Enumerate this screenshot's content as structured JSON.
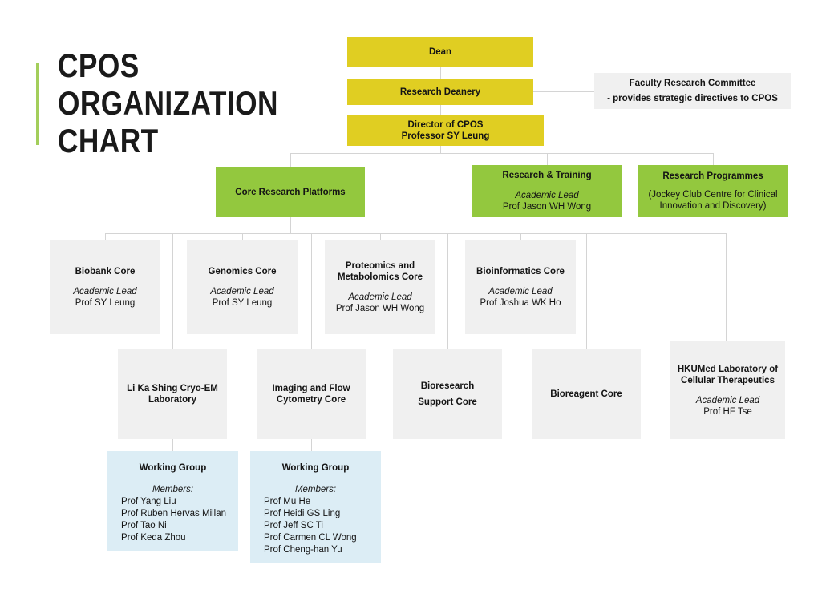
{
  "title": {
    "line1": "CPOS",
    "line2": "ORGANIZATION",
    "line3": "CHART"
  },
  "colors": {
    "yellow": "#E0CE22",
    "green": "#93C83E",
    "grey": "#F0F0F0",
    "blue": "#DCEDF5",
    "accent_bar": "#A3CE5B",
    "line": "#D4D4D4",
    "text": "#141414"
  },
  "nodes": {
    "dean": {
      "title": "Dean"
    },
    "research_deanery": {
      "title": "Research Deanery"
    },
    "director": {
      "title": "Director of CPOS",
      "person": "Professor SY Leung"
    },
    "faculty_committee": {
      "line1": "Faculty Research Committee",
      "line2": "- provides strategic directives to CPOS"
    },
    "core_research_platforms": {
      "title": "Core Research Platforms"
    },
    "research_training": {
      "title": "Research & Training",
      "role": "Academic Lead",
      "person": "Prof Jason WH Wong"
    },
    "research_programmes": {
      "title": "Research Programmes",
      "sub1": "(Jockey Club Centre for Clinical",
      "sub2": "Innovation and Discovery)"
    },
    "biobank_core": {
      "title": "Biobank Core",
      "role": "Academic Lead",
      "person": "Prof SY Leung"
    },
    "genomics_core": {
      "title": "Genomics Core",
      "role": "Academic Lead",
      "person": "Prof SY Leung"
    },
    "proteomics_core": {
      "title_line1": "Proteomics and",
      "title_line2": "Metabolomics Core",
      "role": "Academic Lead",
      "person": "Prof Jason WH Wong"
    },
    "bioinformatics_core": {
      "title": "Bioinformatics Core",
      "role": "Academic Lead",
      "person": "Prof Joshua WK Ho"
    },
    "cryo_em_lab": {
      "title_line1": "Li Ka Shing Cryo-EM",
      "title_line2": "Laboratory"
    },
    "imaging_flow_core": {
      "title_line1": "Imaging and Flow",
      "title_line2": "Cytometry Core"
    },
    "bioresearch_support_core": {
      "title_line1": "Bioresearch",
      "title_line2": "Support Core"
    },
    "bioreagent_core": {
      "title": "Bioreagent Core"
    },
    "hkumed_cell_therapeutics": {
      "title_line1": "HKUMed Laboratory of",
      "title_line2": "Cellular Therapeutics",
      "role": "Academic Lead",
      "person": "Prof HF Tse"
    },
    "working_group_cryo_em": {
      "title": "Working Group",
      "members_label": "Members:",
      "members": [
        "Prof Yang Liu",
        "Prof Ruben Hervas Millan",
        "Prof Tao Ni",
        "Prof Keda Zhou"
      ]
    },
    "working_group_imaging": {
      "title": "Working Group",
      "members_label": "Members:",
      "members": [
        "Prof Mu He",
        "Prof Heidi GS Ling",
        "Prof Jeff SC Ti",
        "Prof Carmen CL Wong",
        "Prof Cheng-han Yu"
      ]
    }
  }
}
